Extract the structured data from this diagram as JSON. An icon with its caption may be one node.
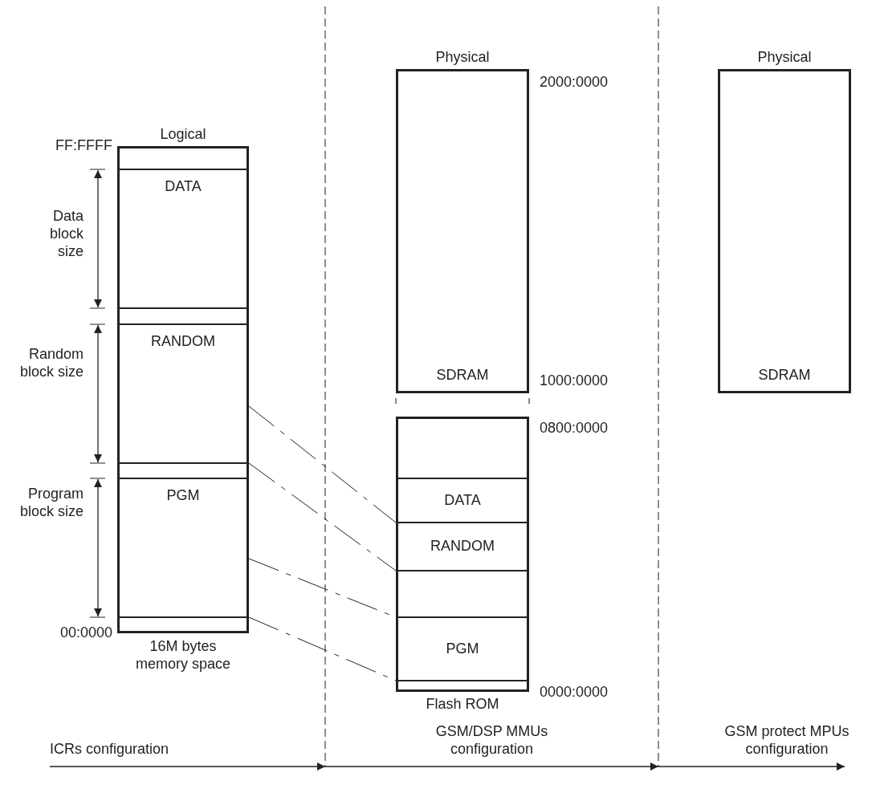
{
  "diagram": {
    "nodes": [
      {
        "text": [
          "Logical"
        ],
        "beside": [
          "16M bytes memory space"
        ]
      },
      {
        "text": [],
        "shape": "box",
        "in": 0
      },
      {
        "text": [
          "DATA"
        ],
        "in": 0
      },
      {
        "text": [],
        "shape": "box",
        "in": 0
      },
      {
        "text": [
          "RANDOM"
        ],
        "in": 0
      },
      {
        "text": [],
        "shape": "box",
        "in": 0
      },
      {
        "text": [
          "PGM"
        ],
        "in": 0
      },
      {
        "text": [],
        "shape": "box",
        "in": 0
      },
      {
        "text": [
          "Physical",
          "SDRAM"
        ],
        "beside": [
          "2000:0000",
          "1000:0000"
        ]
      },
      {
        "text": [
          "Flash ROM"
        ],
        "beside": [
          "0800:0000",
          "0000:0000"
        ]
      },
      {
        "text": [],
        "shape": "box",
        "in": 9
      },
      {
        "text": [
          "DATA"
        ],
        "in": 9
      },
      {
        "text": [
          "RANDOM"
        ],
        "in": 9
      },
      {
        "text": [],
        "shape": "box",
        "in": 9
      },
      {
        "text": [
          "PGM"
        ],
        "in": 9
      },
      {
        "text": [],
        "shape": "box",
        "in": 9
      },
      {
        "text": [
          "Physical",
          "SDRAM"
        ]
      }
    ],
    "edges": [
      {
        "from": 4,
        "to": 12,
        "arrow": "none",
        "style": "dashed"
      },
      {
        "from": 4,
        "to": 12,
        "arrow": "none",
        "style": "dashed"
      },
      {
        "from": 6,
        "to": 14,
        "arrow": "none",
        "style": "dashed"
      },
      {
        "from": 6,
        "to": 14,
        "arrow": "none",
        "style": "dashed"
      }
    ],
    "labels": [
      "FF:FFFF",
      "Data block size",
      "Random block size",
      "Program block size",
      "00:0000",
      "ICRs configuration",
      "GSM/DSP MMUs configuration",
      "GSM protect MPUs configuration"
    ]
  }
}
